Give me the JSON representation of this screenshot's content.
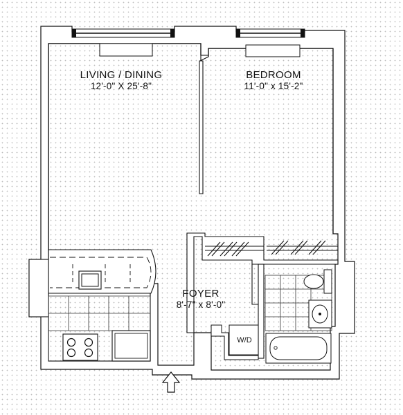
{
  "rooms": {
    "living": {
      "name": "LIVING / DINING",
      "dimensions": "12'-0\" X 25'-8\""
    },
    "bedroom": {
      "name": "BEDROOM",
      "dimensions": "11'-0\" x 15'-2\""
    },
    "foyer": {
      "name": "FOYER",
      "dimensions": "8'-7\" x 8'-0\""
    }
  },
  "appliances": {
    "washer_dryer": "W/D"
  },
  "colors": {
    "wall": "#ffffff",
    "line": "#111111",
    "background_dots": "#bdbdbd"
  },
  "icons": {
    "entry": "arrow-up-icon"
  }
}
